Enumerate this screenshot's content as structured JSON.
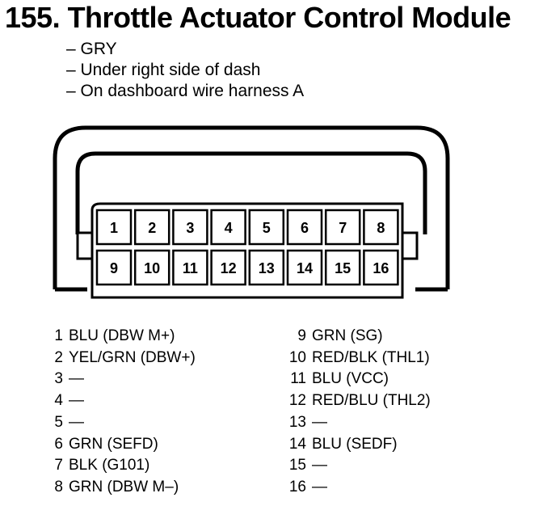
{
  "title": "155. Throttle Actuator Control Module",
  "notes": [
    "– GRY",
    "– Under right side of dash",
    "– On dashboard wire harness A"
  ],
  "connector": {
    "top_row": [
      "1",
      "2",
      "3",
      "4",
      "5",
      "6",
      "7",
      "8"
    ],
    "bottom_row": [
      "9",
      "10",
      "11",
      "12",
      "13",
      "14",
      "15",
      "16"
    ]
  },
  "pins_left": [
    {
      "num": "1",
      "desc": "BLU (DBW M+)"
    },
    {
      "num": "2",
      "desc": "YEL/GRN (DBW+)"
    },
    {
      "num": "3",
      "desc": "—"
    },
    {
      "num": "4",
      "desc": "—"
    },
    {
      "num": "5",
      "desc": "—"
    },
    {
      "num": "6",
      "desc": "GRN (SEFD)"
    },
    {
      "num": "7",
      "desc": "BLK (G101)"
    },
    {
      "num": "8",
      "desc": "GRN (DBW M–)"
    }
  ],
  "pins_right": [
    {
      "num": "9",
      "desc": "GRN (SG)"
    },
    {
      "num": "10",
      "desc": "RED/BLK (THL1)"
    },
    {
      "num": "11",
      "desc": "BLU (VCC)"
    },
    {
      "num": "12",
      "desc": "RED/BLU (THL2)"
    },
    {
      "num": "13",
      "desc": "—"
    },
    {
      "num": "14",
      "desc": "BLU (SEDF)"
    },
    {
      "num": "15",
      "desc": "—"
    },
    {
      "num": "16",
      "desc": "—"
    }
  ]
}
